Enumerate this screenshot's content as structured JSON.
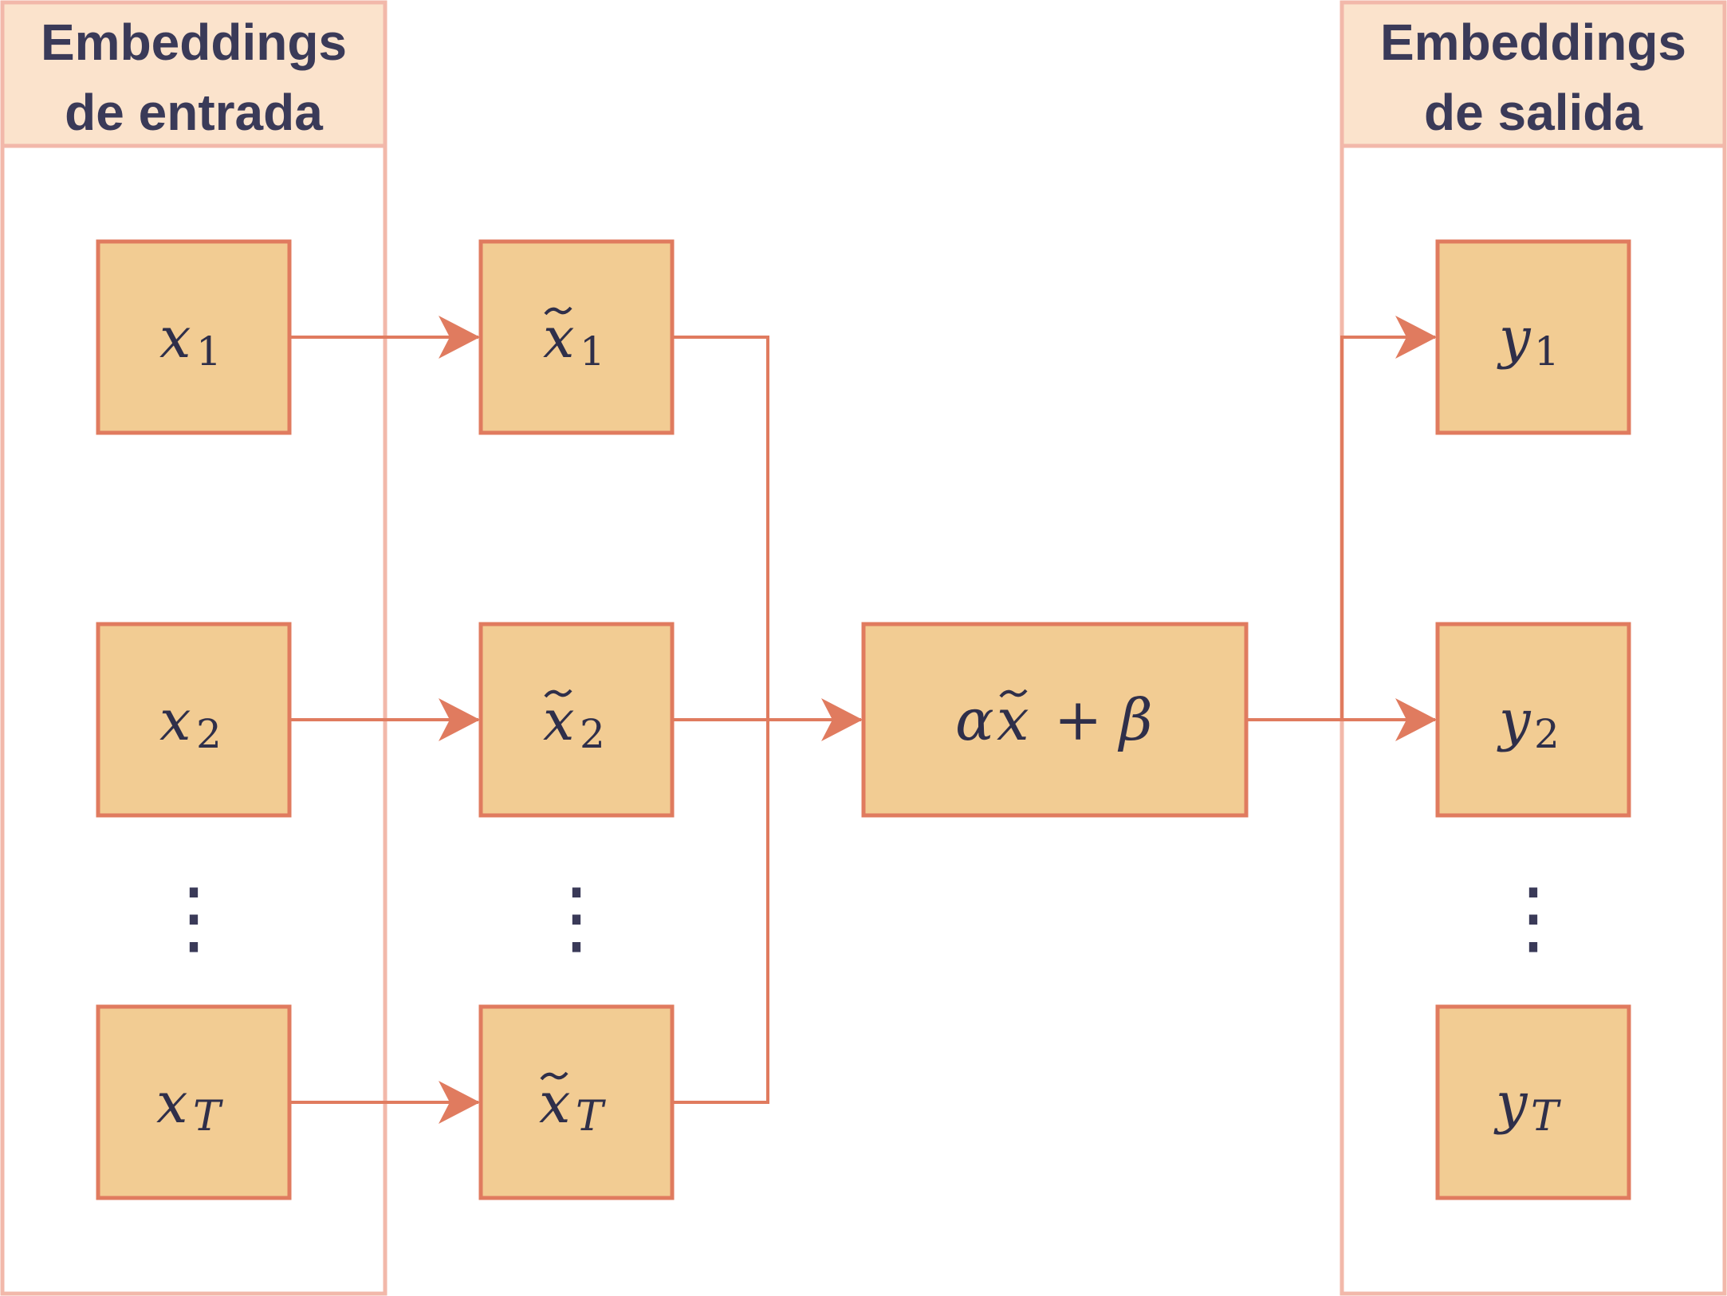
{
  "colors": {
    "box_fill": "#f2cc93",
    "box_stroke": "#e07b5f",
    "arrow": "#e07b5f",
    "lane_stroke": "#f2b8aa",
    "lane_header_fill": "#fbe3cc",
    "text": "#3a3a58"
  },
  "lanes": {
    "input": {
      "title_line1": "Embeddings",
      "title_line2": "de entrada"
    },
    "output": {
      "title_line1": "Embeddings",
      "title_line2": "de salida"
    }
  },
  "nodes": {
    "x1": {
      "base": "x",
      "sub": "1",
      "tilde": false
    },
    "x2": {
      "base": "x",
      "sub": "2",
      "tilde": false
    },
    "xT": {
      "base": "x",
      "sub": "T",
      "tilde": false
    },
    "xt1": {
      "base": "x",
      "sub": "1",
      "tilde": true
    },
    "xt2": {
      "base": "x",
      "sub": "2",
      "tilde": true
    },
    "xtT": {
      "base": "x",
      "sub": "T",
      "tilde": true
    },
    "y1": {
      "base": "y",
      "sub": "1",
      "tilde": false
    },
    "y2": {
      "base": "y",
      "sub": "2",
      "tilde": false
    },
    "yT": {
      "base": "y",
      "sub": "T",
      "tilde": false
    },
    "affine": {
      "alpha": "α",
      "x": "x",
      "plus": "+",
      "beta": "β"
    }
  },
  "ellipsis": "⋮",
  "icons": {
    "arrow": "arrowhead-icon"
  }
}
